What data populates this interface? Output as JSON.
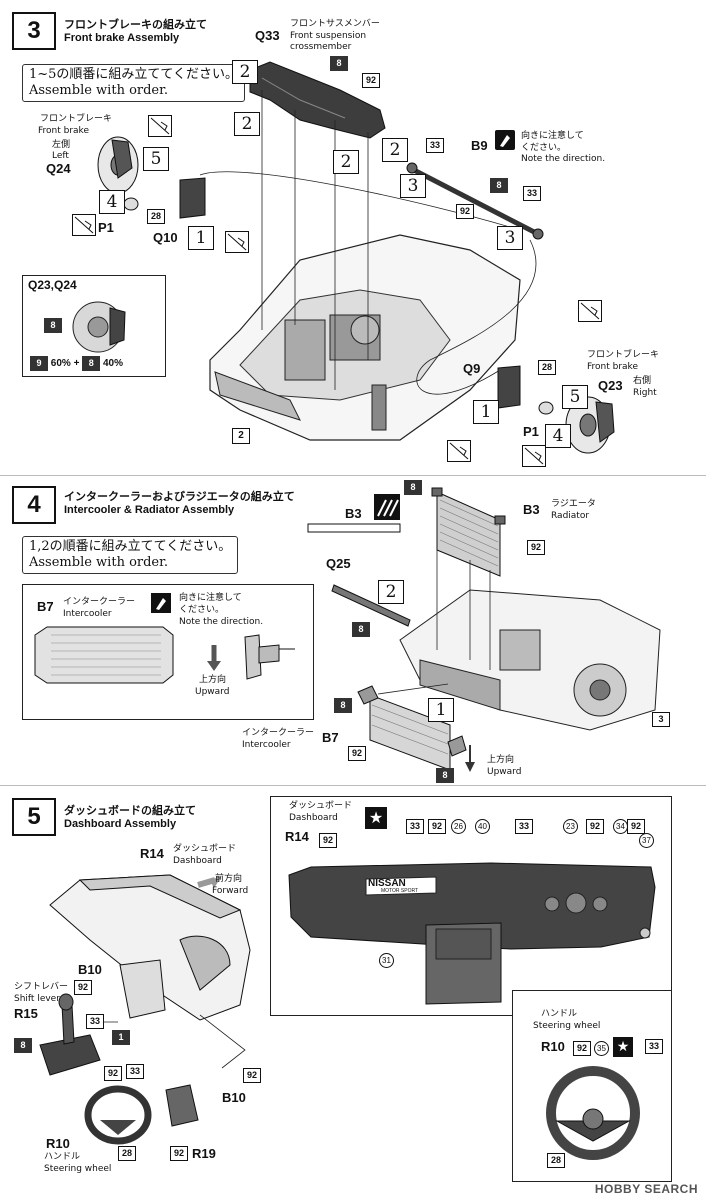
{
  "step3": {
    "number": "3",
    "title_ja": "フロントブレーキの組み立て",
    "title_en": "Front brake Assembly",
    "order_ja": "1~5の順番に組み立ててください。",
    "order_en": "Assemble with order.",
    "suspension_label_ja": "フロントサスメンバー",
    "suspension_label_en1": "Front suspension",
    "suspension_label_en2": "crossmember",
    "q33": "Q33",
    "brake_left_ja": "フロントブレーキ",
    "brake_left_en": "Front brake",
    "left_ja": "左側",
    "left_en": "Left",
    "q24": "Q24",
    "q10": "Q10",
    "p1a": "P1",
    "b9": "B9",
    "direction_ja": "向きに注意して",
    "direction_ja2": "ください。",
    "direction_en": "Note the direction.",
    "inset_title": "Q23,Q24",
    "mix_a": "60%",
    "mix_plus": "+",
    "mix_b": "40%",
    "q9": "Q9",
    "brake_right_ja": "フロントブレーキ",
    "brake_right_en": "Front brake",
    "q23": "Q23",
    "right_ja": "右側",
    "right_en": "Right",
    "p1b": "P1",
    "nums": {
      "n8": "8",
      "n92": "92",
      "n33": "33",
      "n28": "28",
      "n2": "2",
      "n9": "9"
    },
    "steps": {
      "s1": "1",
      "s2": "2",
      "s3": "3",
      "s4": "4",
      "s5": "5"
    }
  },
  "step4": {
    "number": "4",
    "title_ja": "インタークーラーおよびラジエータの組み立て",
    "title_en": "Intercooler & Radiator Assembly",
    "order_ja": "1,2の順番に組み立ててください。",
    "order_en": "Assemble with order.",
    "b3a": "B3",
    "b3b": "B3",
    "radiator_ja": "ラジエータ",
    "radiator_en": "Radiator",
    "q25": "Q25",
    "b7a": "B7",
    "intercooler_ja": "インタークーラー",
    "intercooler_en": "Intercooler",
    "direction_ja": "向きに注意して",
    "direction_ja2": "ください。",
    "direction_en": "Note the direction.",
    "upward_ja": "上方向",
    "upward_en": "Upward",
    "b7b": "B7",
    "intercooler_ja2": "インタークーラー",
    "intercooler_en2": "Intercooler",
    "upward_ja2": "上方向",
    "upward_en2": "Upward",
    "nums": {
      "n8": "8",
      "n92": "92",
      "n3": "3"
    },
    "steps": {
      "s1": "1",
      "s2": "2"
    }
  },
  "step5": {
    "number": "5",
    "title_ja": "ダッシュボードの組み立て",
    "title_en": "Dashboard Assembly",
    "r14": "R14",
    "dash_ja": "ダッシュボード",
    "dash_en": "Dashboard",
    "forward_ja": "前方向",
    "forward_en": "Forward",
    "b10a": "B10",
    "shift_ja": "シフトレバー",
    "shift_en": "Shift lever",
    "r15": "R15",
    "b10b": "B10",
    "r10a": "R10",
    "wheel_ja": "ハンドル",
    "wheel_en": "Steering wheel",
    "r19": "R19",
    "detail_dash_ja": "ダッシュボード",
    "detail_dash_en": "Dashboard",
    "r14b": "R14",
    "nissan": "NISSAN",
    "motorsport": "MOTOR SPORT",
    "wheel_ja2": "ハンドル",
    "wheel_en2": "Steering wheel",
    "r10b": "R10",
    "nums": {
      "n92": "92",
      "n33": "33",
      "n8": "8",
      "n1": "1",
      "n28": "28"
    },
    "circ": {
      "c23": "23",
      "c26": "26",
      "c31": "31",
      "c34": "34",
      "c35": "35",
      "c37": "37",
      "c40": "40"
    }
  },
  "watermark": "HOBBY SEARCH"
}
